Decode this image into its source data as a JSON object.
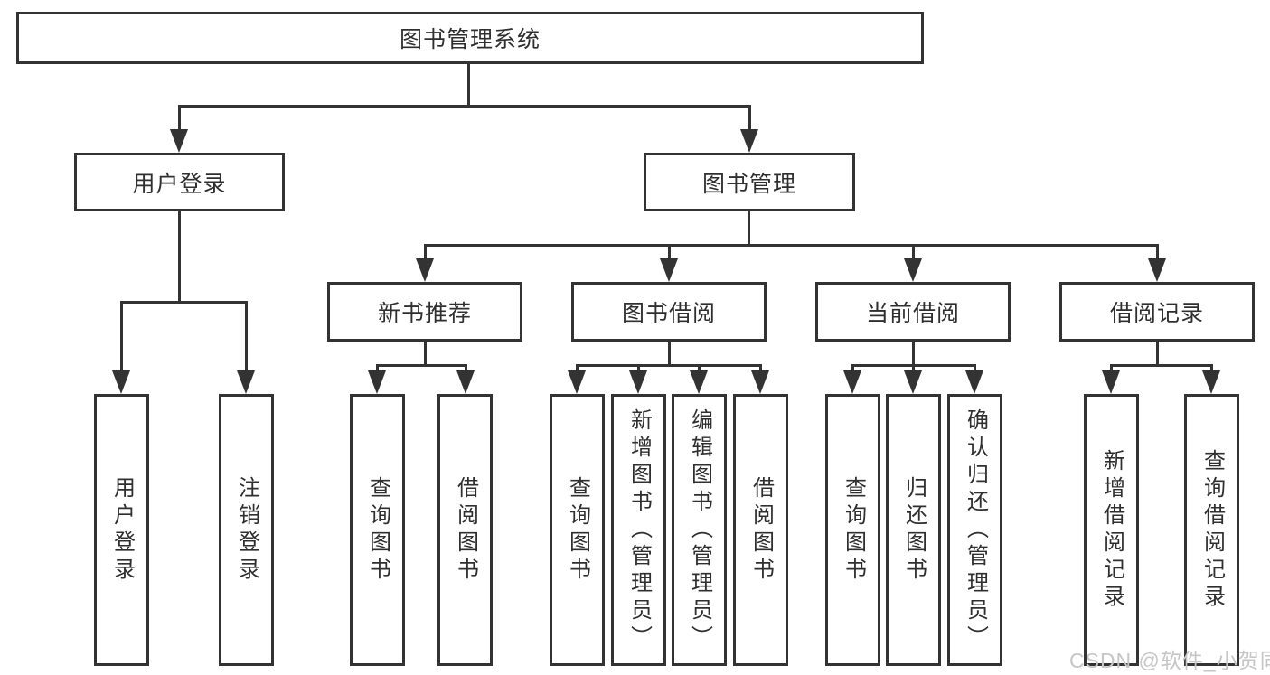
{
  "diagram": {
    "title_node": {
      "label": "图书管理系统"
    },
    "level2": [
      {
        "id": "user-login",
        "label": "用户登录"
      },
      {
        "id": "book-management",
        "label": "图书管理"
      }
    ],
    "level3": [
      {
        "id": "new-book-recommend",
        "label": "新书推荐"
      },
      {
        "id": "book-borrow",
        "label": "图书借阅"
      },
      {
        "id": "current-borrow",
        "label": "当前借阅"
      },
      {
        "id": "borrow-records",
        "label": "借阅记录"
      }
    ],
    "leaves": {
      "user_login": [
        "用户登录",
        "注销登录"
      ],
      "new_book": [
        "查询图书",
        "借阅图书"
      ],
      "book_borrow": [
        "查询图书",
        "新增图书（管理员）",
        "编辑图书（管理员）",
        "借阅图书"
      ],
      "current_borrow": [
        "查询图书",
        "归还图书",
        "确认归还（管理员）"
      ],
      "borrow_records": [
        "新增借阅记录",
        "查询借阅记录"
      ]
    }
  },
  "watermark": {
    "text": "CSDN @软件_小贺同学"
  },
  "colors": {
    "line": "#333333",
    "text": "#2f2f2f",
    "watermark": "#c6c6c6",
    "background": "#ffffff"
  }
}
